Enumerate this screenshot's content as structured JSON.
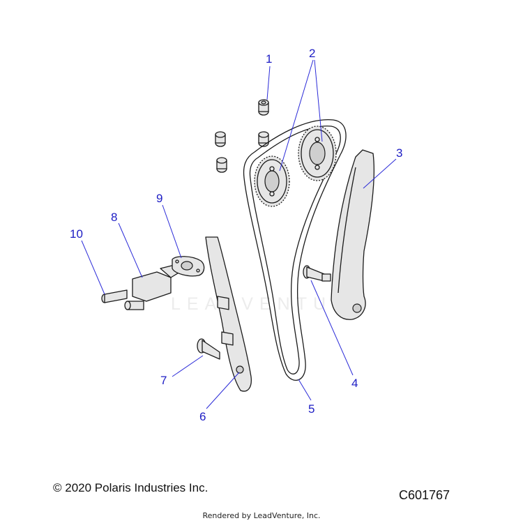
{
  "diagram": {
    "callouts": [
      {
        "id": "callout-1",
        "label": "1"
      },
      {
        "id": "callout-2",
        "label": "2"
      },
      {
        "id": "callout-3",
        "label": "3"
      },
      {
        "id": "callout-4",
        "label": "4"
      },
      {
        "id": "callout-5",
        "label": "5"
      },
      {
        "id": "callout-6",
        "label": "6"
      },
      {
        "id": "callout-7",
        "label": "7"
      },
      {
        "id": "callout-8",
        "label": "8"
      },
      {
        "id": "callout-9",
        "label": "9"
      },
      {
        "id": "callout-10",
        "label": "10"
      }
    ],
    "watermark": "LEADVENTURE",
    "colors": {
      "callout": "#1c1cc4",
      "line": "#1a1a1a"
    }
  },
  "footer": {
    "copyright": "© 2020 Polaris Industries Inc.",
    "diagram_id": "C601767",
    "rendered_by": "Rendered by LeadVenture, Inc."
  }
}
